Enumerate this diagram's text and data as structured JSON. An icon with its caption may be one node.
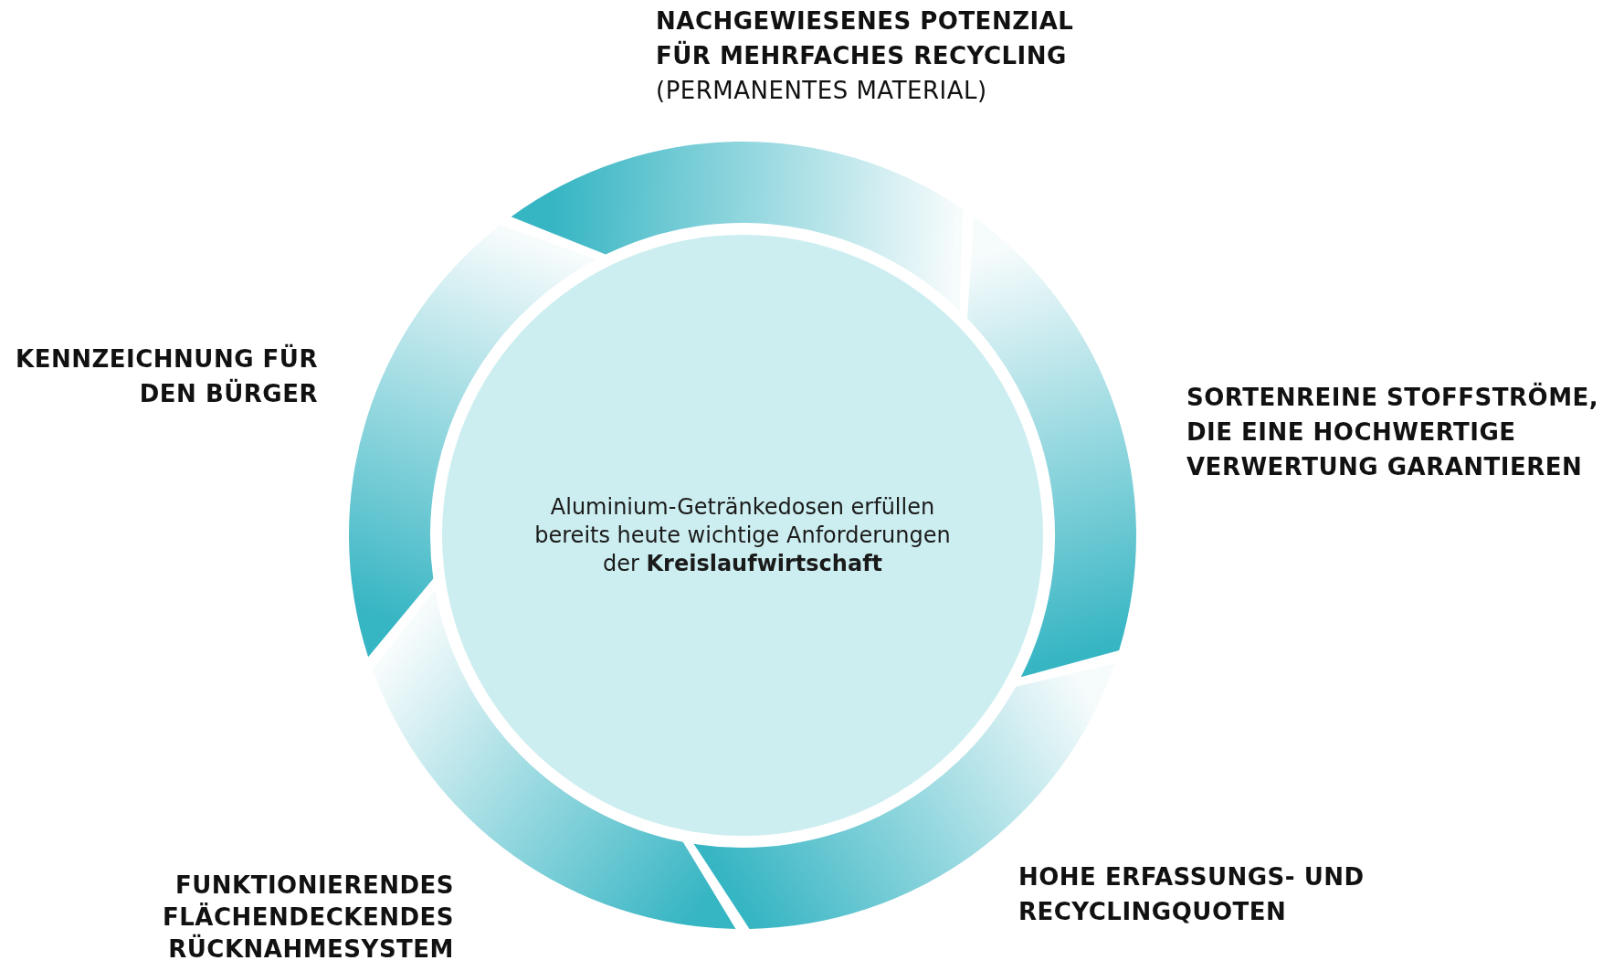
{
  "diagram": {
    "nodes": [
      {
        "text": [
          "Aluminium-Getränkedosen erfüllen bereits heute wichtige Anforderungen der **Kreislaufwirtschaft**"
        ]
      }
    ],
    "edges": [],
    "labels": [
      "NACHGEWIESENES POTENZIAL FÜR MEHRFACHES RECYCLING",
      "(PERMANENTES MATERIAL)",
      "KENNZEICHNUNG FÜR DEN BÜRGER",
      "SORTENREINE STOFFSTRÖME, DIE EINE HOCHWERTIGE VERWERTUNG GARANTIEREN",
      "HOHE ERFASSUNGS- UND RECYCLINGQUOTEN",
      "FUNKTIONIERENDES FLÄCHENDECKENDES RÜCKNAHMESYSTEM"
    ]
  }
}
